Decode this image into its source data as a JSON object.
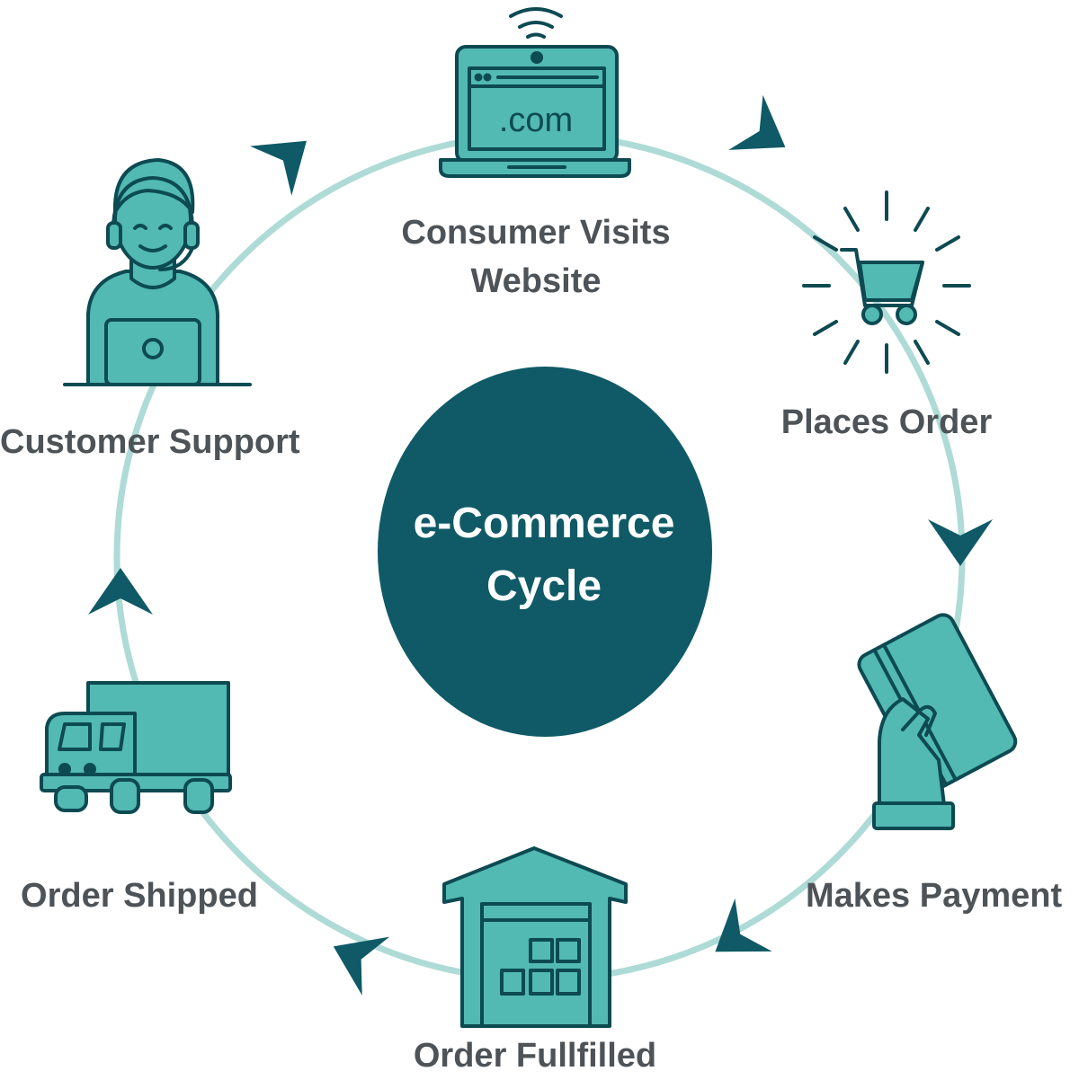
{
  "colors": {
    "ring": "#aedbd6",
    "arrow": "#0f5a66",
    "icon_fill": "#52b9b3",
    "icon_stroke": "#0d4a52",
    "center_circle": "#0f5a66",
    "label_text": "#4d5357",
    "center_text": "#ffffff"
  },
  "center": {
    "line1": "e-Commerce",
    "line2": "Cycle"
  },
  "steps": [
    {
      "id": "visit",
      "line1": "Consumer Visits",
      "line2": "Website",
      "icon": "laptop-dotcom-icon",
      "screen_text": ".com"
    },
    {
      "id": "order",
      "line1": "Places Order",
      "icon": "shopping-cart-icon"
    },
    {
      "id": "payment",
      "line1": "Makes Payment",
      "icon": "hand-holding-card-icon"
    },
    {
      "id": "fulfill",
      "line1": "Order Fullfilled",
      "icon": "warehouse-icon"
    },
    {
      "id": "ship",
      "line1": "Order Shipped",
      "icon": "delivery-truck-icon"
    },
    {
      "id": "support",
      "line1": "Customer Support",
      "icon": "support-agent-icon"
    }
  ]
}
